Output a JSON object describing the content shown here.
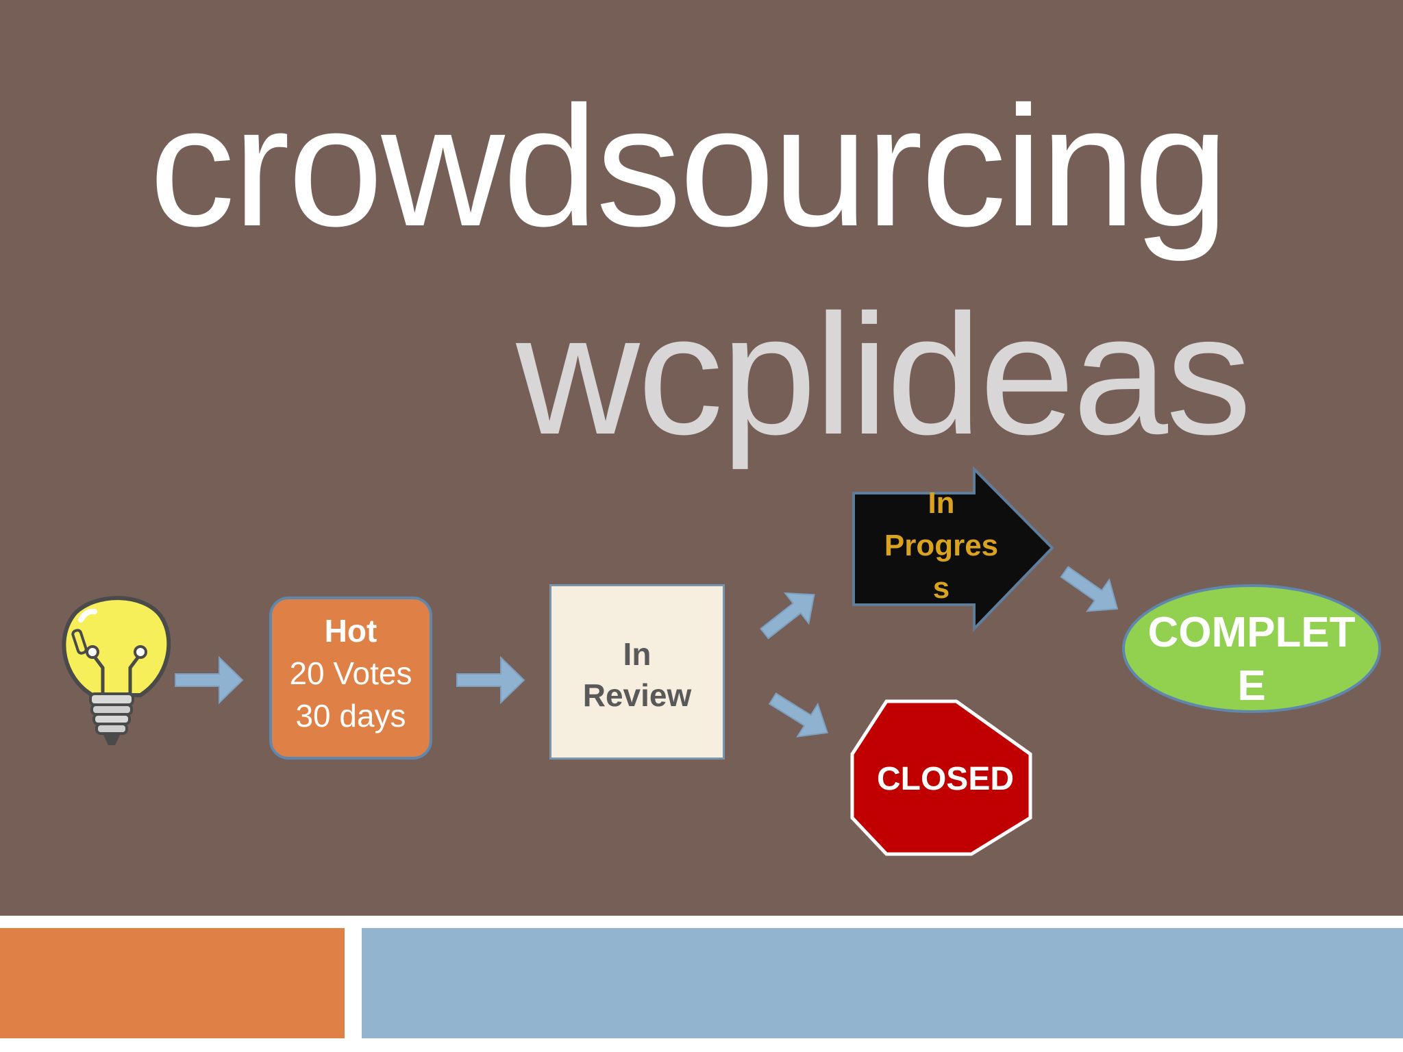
{
  "title": {
    "line1": "crowdsourcing",
    "line2": "wcplideas"
  },
  "flow": {
    "idea": {
      "icon": "lightbulb-icon"
    },
    "hot": {
      "title": "Hot",
      "line2": "20 Votes",
      "line3": "30 days"
    },
    "review": {
      "line1": "In",
      "line2": "Review"
    },
    "progress": {
      "line1": "In",
      "line2": "Progres",
      "line3": "s"
    },
    "closed": {
      "label": "CLOSED"
    },
    "complete": {
      "line1": "COMPLET",
      "line2": "E"
    }
  },
  "colors": {
    "background": "#765f56",
    "accent_orange": "#df8146",
    "accent_blue": "#93b4cf",
    "arrow": "#8fb2d1",
    "progress_text": "#d9a320",
    "closed_red": "#c00000",
    "complete_green": "#92d050"
  }
}
